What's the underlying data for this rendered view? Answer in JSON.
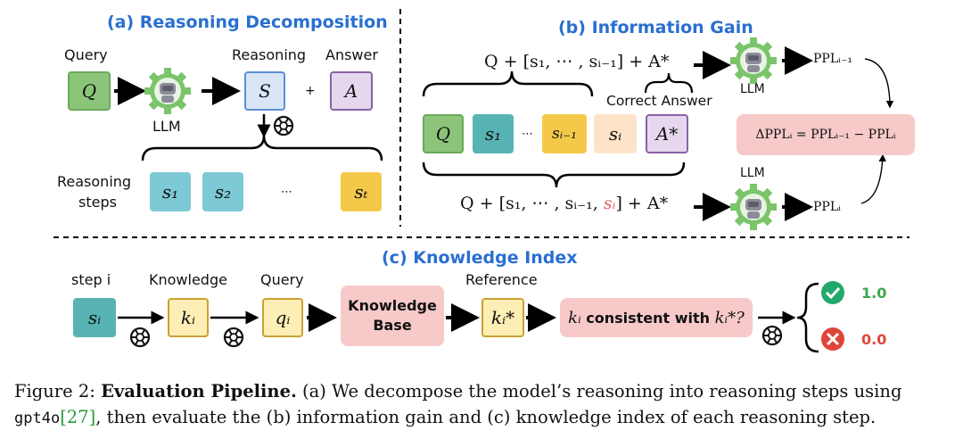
{
  "panel_a": {
    "title": "(a) Reasoning Decomposition",
    "query_label": "Query",
    "query_box": "Q",
    "llm_label": "LLM",
    "reasoning_label": "Reasoning",
    "reasoning_box": "S",
    "plus": "+",
    "answer_label": "Answer",
    "answer_box": "A",
    "steps_label_line1": "Reasoning",
    "steps_label_line2": "steps",
    "steps": [
      "s₁",
      "s₂",
      "⋯",
      "sₜ"
    ]
  },
  "panel_b": {
    "title": "(b) Information Gain",
    "formula_top": "Q + [s₁, ⋯ , sᵢ₋₁] + A*",
    "formula_bottom_pre": "Q + [s₁, ⋯ , sᵢ₋₁, ",
    "formula_bottom_red": "sᵢ",
    "formula_bottom_post": "] + A*",
    "correct_answer_label": "Correct Answer",
    "seq_boxes": [
      "Q",
      "s₁",
      "⋯",
      "sᵢ₋₁",
      "sᵢ",
      "A*"
    ],
    "llm_label_top": "LLM",
    "llm_label_bottom": "LLM",
    "ppl_top": "PPLᵢ₋₁",
    "ppl_bottom": "PPLᵢ",
    "delta_formula": "ΔPPLᵢ = PPLᵢ₋₁ − PPLᵢ"
  },
  "panel_c": {
    "title": "(c) Knowledge Index",
    "step_label": "step i",
    "step_box": "sᵢ",
    "knowledge_label": "Knowledge",
    "knowledge_box": "kᵢ",
    "query_label": "Query",
    "query_box": "qᵢ",
    "kb_line1": "Knowledge",
    "kb_line2": "Base",
    "reference_label": "Reference",
    "reference_box": "kᵢ*",
    "consistency_pre": "kᵢ",
    "consistency_mid": " consistent with ",
    "consistency_post": "kᵢ*?",
    "score_pass": "1.0",
    "score_fail": "0.0"
  },
  "caption": {
    "figure_label": "Figure 2:",
    "bold_title": "Evaluation Pipeline.",
    "text_1": "(a) We decompose the model’s reasoning into reasoning steps using",
    "model_name": "gpt4o",
    "citation": "[27]",
    "text_2": ", then evaluate the (b) information gain and (c) knowledge index of each reasoning step."
  },
  "colors": {
    "title_blue": "#2a6fd1",
    "green_box": "#8cc57a",
    "teal_box": "#7ec9d6",
    "yellow_box": "#f4c94a",
    "pink_box": "#f7c9c9",
    "check_green": "#22a86b",
    "cross_red": "#e0453a",
    "red_text": "#e06060"
  },
  "icons": [
    "robot-gear-icon",
    "openai-logo-icon",
    "check-icon",
    "cross-icon"
  ]
}
